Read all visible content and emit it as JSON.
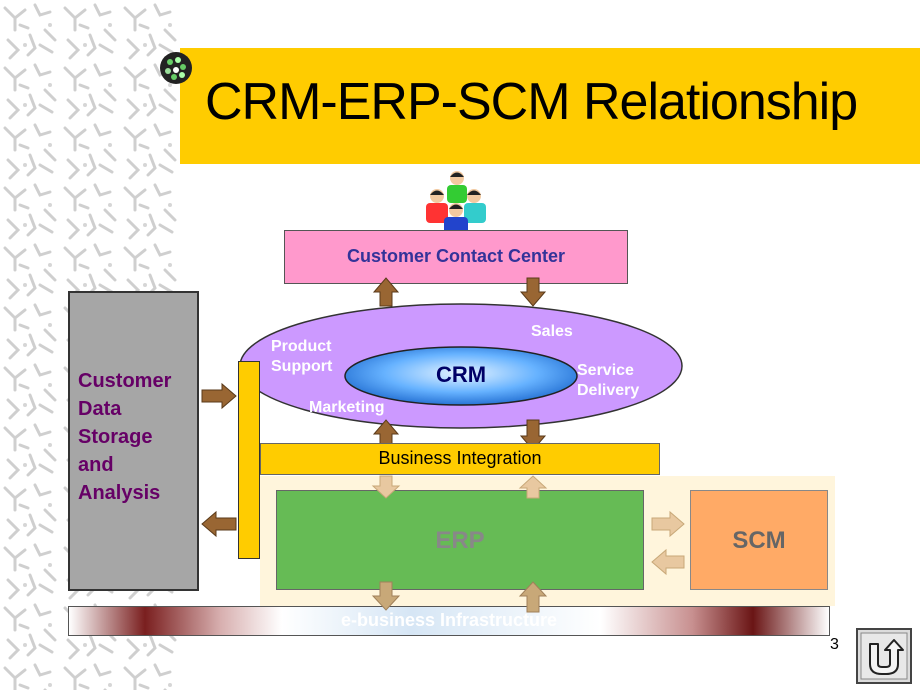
{
  "title": "CRM-ERP-SCM Relationship",
  "customer_contact_center": "Customer Contact Center",
  "customer_data": {
    "line1": "Customer",
    "line2": "Data",
    "line3": "Storage",
    "line4": "and",
    "line5": "Analysis"
  },
  "crm_ring": {
    "product_support_1": "Product",
    "product_support_2": "Support",
    "sales": "Sales",
    "service_delivery_1": "Service",
    "service_delivery_2": "Delivery",
    "marketing": "Marketing"
  },
  "crm": "CRM",
  "business_integration": "Business Integration",
  "erp": "ERP",
  "scm": "SCM",
  "infrastructure": "e-business Infrastructure",
  "page_number": "3",
  "colors": {
    "title_band": "#FFCC00",
    "contact_center": "#FF99CC",
    "crm_ring": "#CC99FF",
    "crm_core": "#66B2FF",
    "erp": "#66BB55",
    "scm": "#FFAA66",
    "arrow": "#996633"
  },
  "icons": [
    "people-group-icon",
    "bullet-icon",
    "home-return-icon"
  ]
}
